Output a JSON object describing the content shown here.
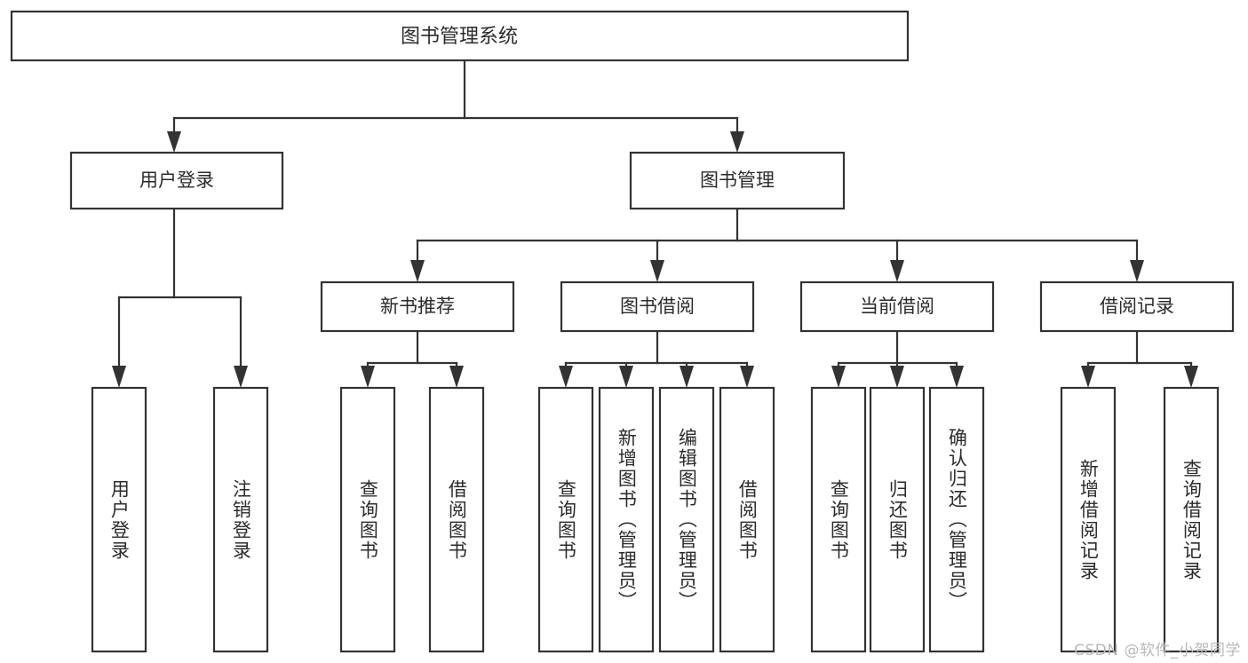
{
  "diagram": {
    "title": "图书管理系统",
    "watermark": "CSDN @软件_小贺同学",
    "level1": [
      {
        "id": "user-login",
        "label": "用户登录"
      },
      {
        "id": "book-manage",
        "label": "图书管理"
      }
    ],
    "level2": [
      {
        "id": "new-book-recommend",
        "label": "新书推荐"
      },
      {
        "id": "book-borrow",
        "label": "图书借阅"
      },
      {
        "id": "current-borrow",
        "label": "当前借阅"
      },
      {
        "id": "borrow-record",
        "label": "借阅记录"
      }
    ],
    "leaves": [
      {
        "id": "leaf-user-login",
        "label": "用户登录"
      },
      {
        "id": "leaf-logout-login",
        "label": "注销登录"
      },
      {
        "id": "leaf-query-book-1",
        "label": "查询图书"
      },
      {
        "id": "leaf-borrow-book-1",
        "label": "借阅图书"
      },
      {
        "id": "leaf-query-book-2",
        "label": "查询图书"
      },
      {
        "id": "leaf-add-book",
        "label": "新增图书（管理员）"
      },
      {
        "id": "leaf-edit-book",
        "label": "编辑图书（管理员）"
      },
      {
        "id": "leaf-borrow-book-2",
        "label": "借阅图书"
      },
      {
        "id": "leaf-query-book-3",
        "label": "查询图书"
      },
      {
        "id": "leaf-return-book",
        "label": "归还图书"
      },
      {
        "id": "leaf-confirm-return",
        "label": "确认归还（管理员）"
      },
      {
        "id": "leaf-add-borrow-record",
        "label": "新增借阅记录"
      },
      {
        "id": "leaf-query-borrow-record",
        "label": "查询借阅记录"
      }
    ],
    "colors": {
      "line": "#333333",
      "box_fill": "#ffffff",
      "text": "#2b2b2b",
      "watermark": "#b9b9b9",
      "background": "#ffffff"
    }
  }
}
